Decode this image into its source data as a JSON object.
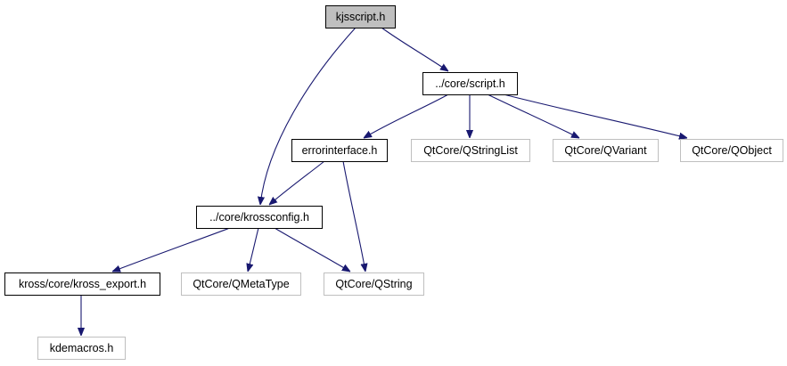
{
  "diagram": {
    "nodes": [
      {
        "id": "kjsscript",
        "label": "kjsscript.h",
        "style": "root"
      },
      {
        "id": "script",
        "label": "../core/script.h",
        "style": "normal"
      },
      {
        "id": "errorinterface",
        "label": "errorinterface.h",
        "style": "normal"
      },
      {
        "id": "qstringlist",
        "label": "QtCore/QStringList",
        "style": "external"
      },
      {
        "id": "qvariant",
        "label": "QtCore/QVariant",
        "style": "external"
      },
      {
        "id": "qobject",
        "label": "QtCore/QObject",
        "style": "external"
      },
      {
        "id": "krossconfig",
        "label": "../core/krossconfig.h",
        "style": "normal"
      },
      {
        "id": "krossexport",
        "label": "kross/core/kross_export.h",
        "style": "normal"
      },
      {
        "id": "qmetatype",
        "label": "QtCore/QMetaType",
        "style": "external"
      },
      {
        "id": "qstring",
        "label": "QtCore/QString",
        "style": "external"
      },
      {
        "id": "kdemacros",
        "label": "kdemacros.h",
        "style": "external"
      }
    ],
    "edges": [
      {
        "from": "kjsscript",
        "to": "script"
      },
      {
        "from": "kjsscript",
        "to": "krossconfig"
      },
      {
        "from": "script",
        "to": "errorinterface"
      },
      {
        "from": "script",
        "to": "qstringlist"
      },
      {
        "from": "script",
        "to": "qvariant"
      },
      {
        "from": "script",
        "to": "qobject"
      },
      {
        "from": "errorinterface",
        "to": "krossconfig"
      },
      {
        "from": "errorinterface",
        "to": "qstring"
      },
      {
        "from": "krossconfig",
        "to": "krossexport"
      },
      {
        "from": "krossconfig",
        "to": "qmetatype"
      },
      {
        "from": "krossconfig",
        "to": "qstring"
      },
      {
        "from": "krossexport",
        "to": "kdemacros"
      }
    ],
    "colors": {
      "root_fill": "#bfbfbf",
      "root_border": "#000000",
      "normal_fill": "#ffffff",
      "normal_border": "#000000",
      "external_fill": "#ffffff",
      "external_border": "#bfbfbf",
      "external_text": "#000000",
      "edge": "#191970"
    }
  }
}
